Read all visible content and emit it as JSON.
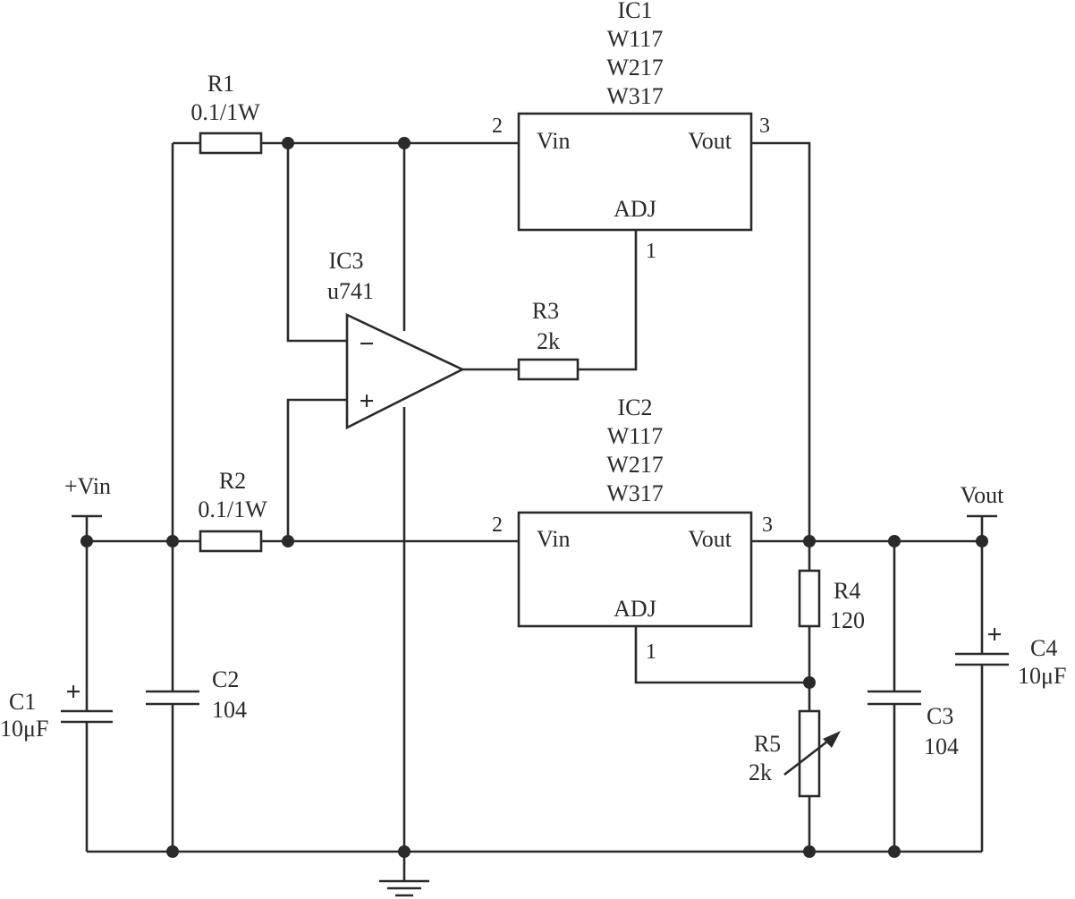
{
  "ic1": {
    "name": "IC1",
    "types": [
      "W117",
      "W217",
      "W317"
    ],
    "pin_in": "2",
    "pin_out": "3",
    "pin_adj": "1",
    "label_in": "Vin",
    "label_out": "Vout",
    "label_adj": "ADJ"
  },
  "ic2": {
    "name": "IC2",
    "types": [
      "W117",
      "W217",
      "W317"
    ],
    "pin_in": "2",
    "pin_out": "3",
    "pin_adj": "1",
    "label_in": "Vin",
    "label_out": "Vout",
    "label_adj": "ADJ"
  },
  "ic3": {
    "name": "IC3",
    "type": "u741",
    "minus": "−",
    "plus": "+"
  },
  "r1": {
    "name": "R1",
    "value": "0.1/1W"
  },
  "r2": {
    "name": "R2",
    "value": "0.1/1W"
  },
  "r3": {
    "name": "R3",
    "value": "2k"
  },
  "r4": {
    "name": "R4",
    "value": "120"
  },
  "r5": {
    "name": "R5",
    "value": "2k"
  },
  "c1": {
    "name": "C1",
    "value": "10μF",
    "polarity": "+"
  },
  "c2": {
    "name": "C2",
    "value": "104"
  },
  "c3": {
    "name": "C3",
    "value": "104"
  },
  "c4": {
    "name": "C4",
    "value": "10μF",
    "polarity": "+"
  },
  "terminals": {
    "vin": "+Vin",
    "vout": "Vout"
  }
}
